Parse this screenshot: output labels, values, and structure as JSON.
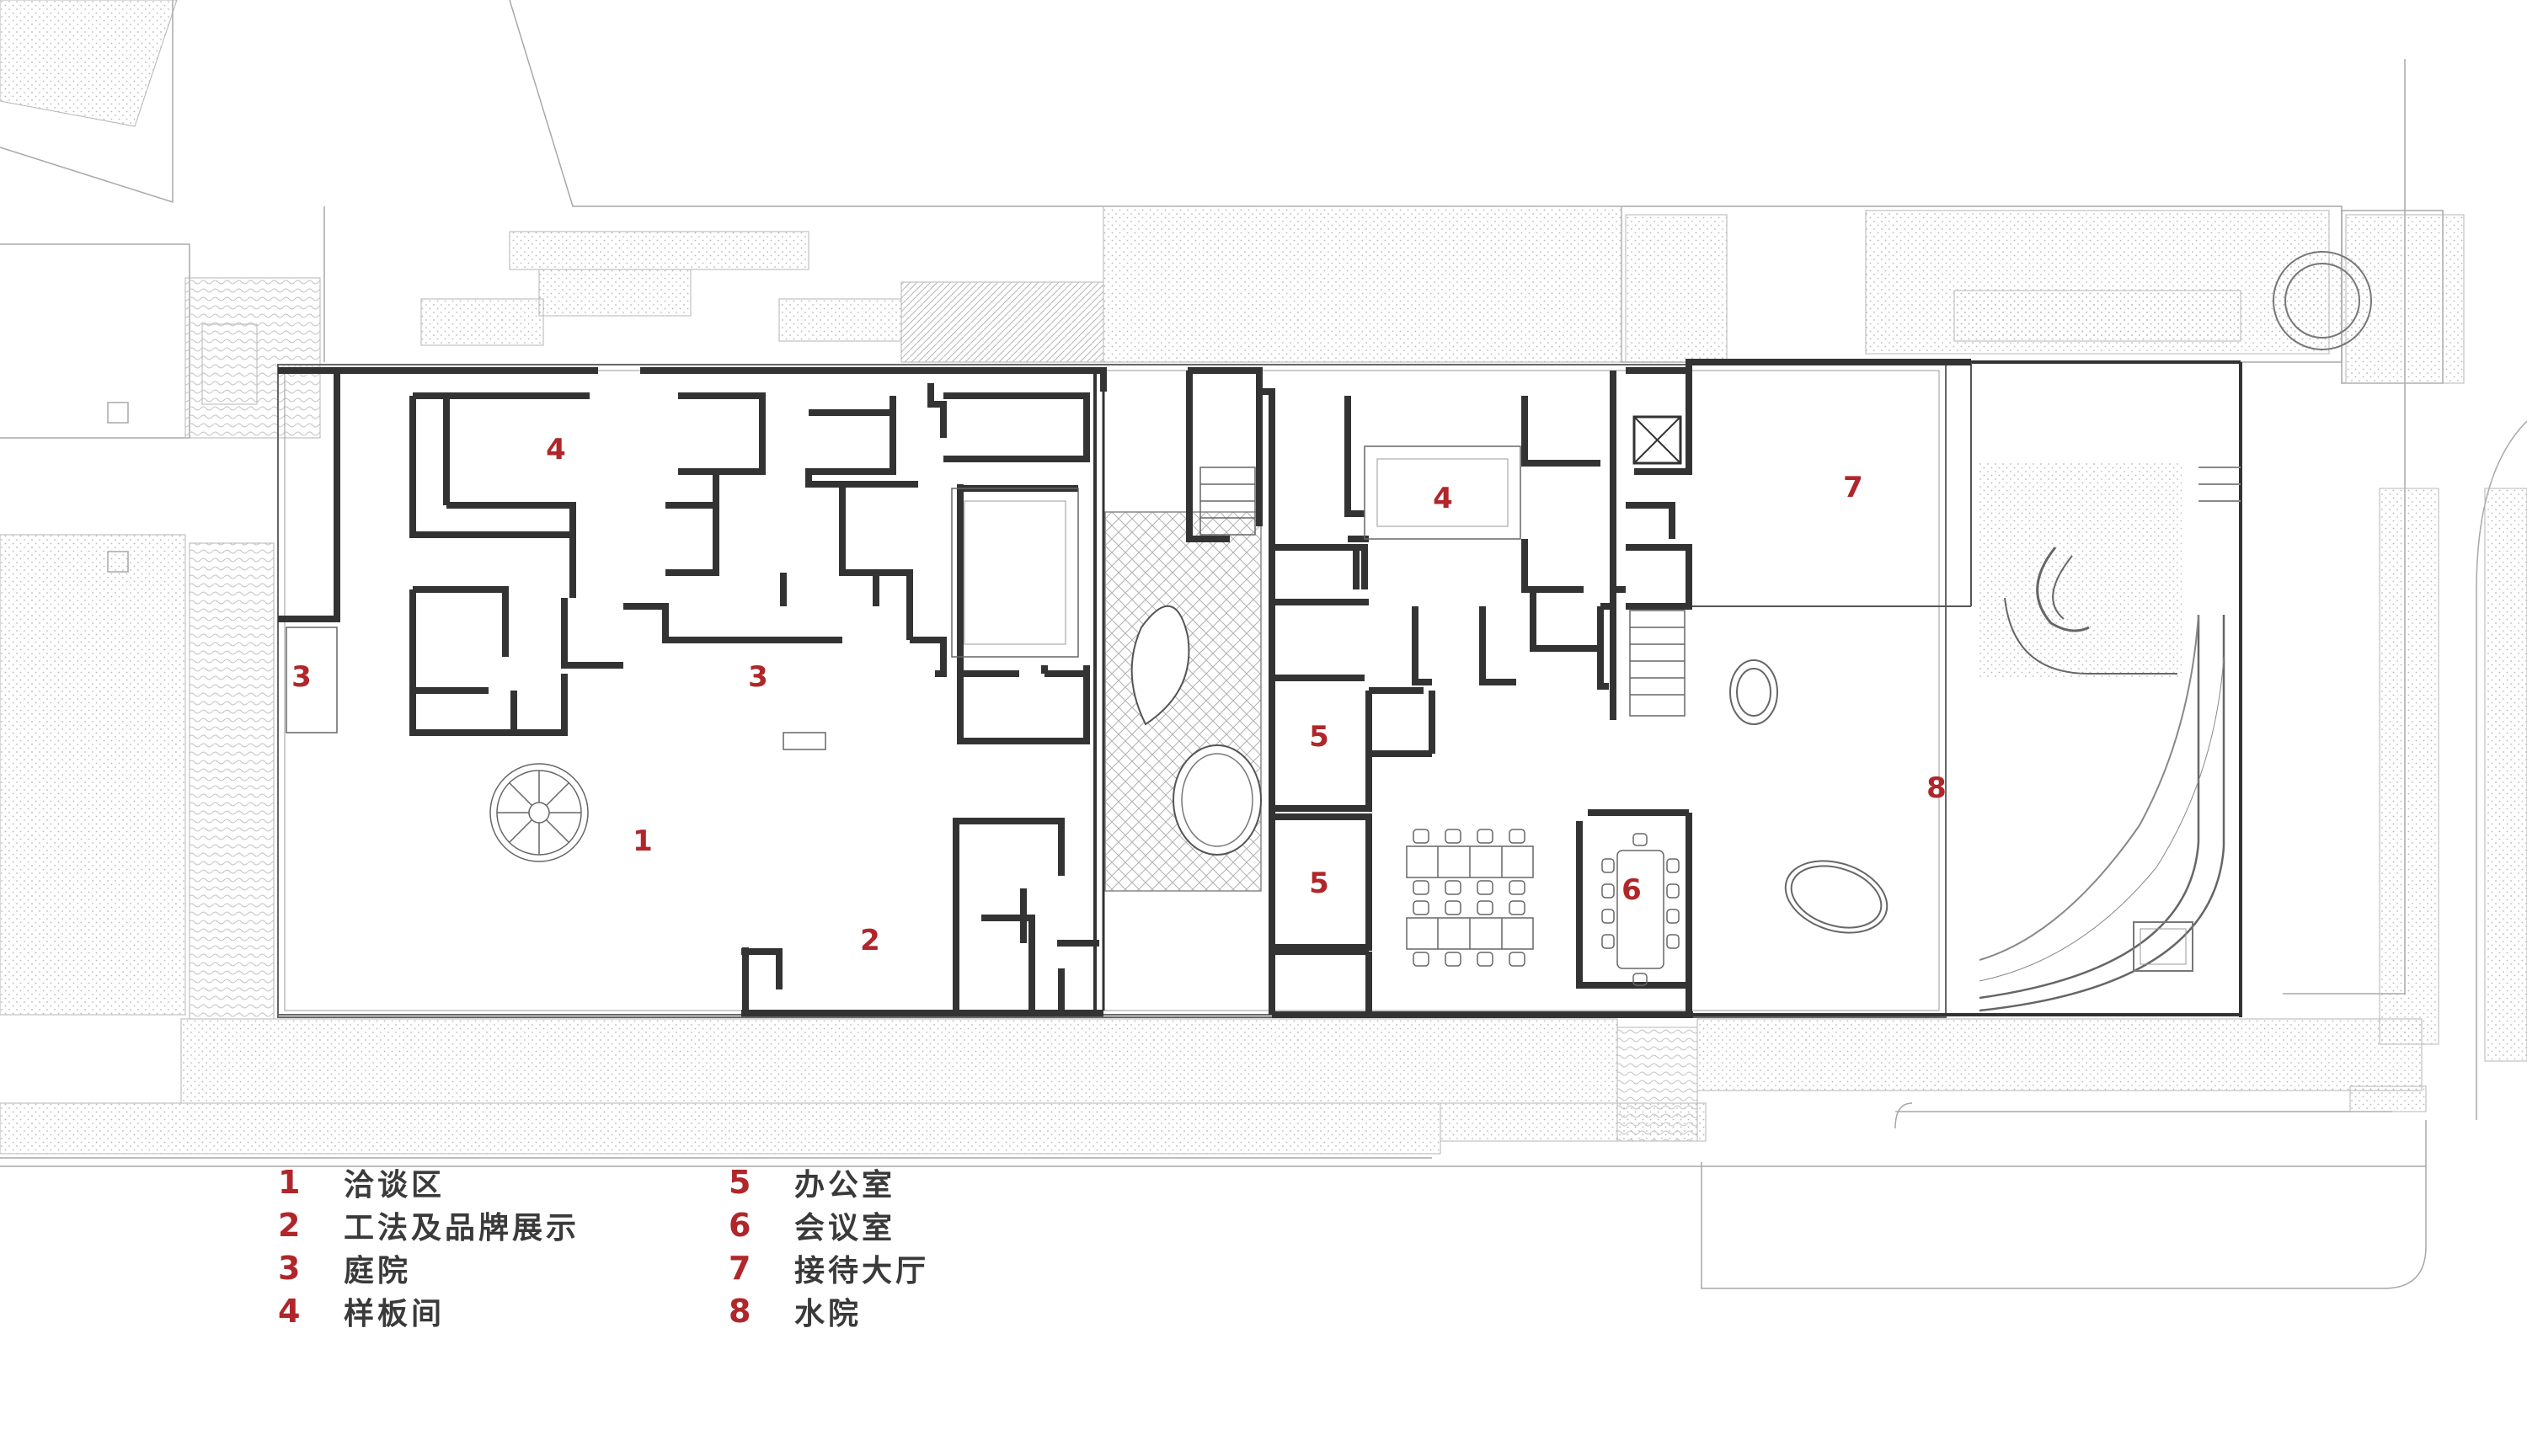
{
  "room_labels": [
    {
      "id": "r1",
      "text": "1"
    },
    {
      "id": "r2",
      "text": "2"
    },
    {
      "id": "r3a",
      "text": "3"
    },
    {
      "id": "r3b",
      "text": "3"
    },
    {
      "id": "r4a",
      "text": "4"
    },
    {
      "id": "r4b",
      "text": "4"
    },
    {
      "id": "r5a",
      "text": "5"
    },
    {
      "id": "r5b",
      "text": "5"
    },
    {
      "id": "r6",
      "text": "6"
    },
    {
      "id": "r7",
      "text": "7"
    },
    {
      "id": "r8",
      "text": "8"
    }
  ],
  "legend": [
    {
      "num": "1",
      "text": "洽谈区"
    },
    {
      "num": "2",
      "text": "工法及品牌展示"
    },
    {
      "num": "3",
      "text": "庭院"
    },
    {
      "num": "4",
      "text": "样板间"
    },
    {
      "num": "5",
      "text": "办公室"
    },
    {
      "num": "6",
      "text": "会议室"
    },
    {
      "num": "7",
      "text": "接待大厅"
    },
    {
      "num": "8",
      "text": "水院"
    }
  ],
  "colors": {
    "label": "#b0262a",
    "wall": "#333333",
    "line": "#9a9a9a",
    "hatch": "#bdbdbd"
  }
}
